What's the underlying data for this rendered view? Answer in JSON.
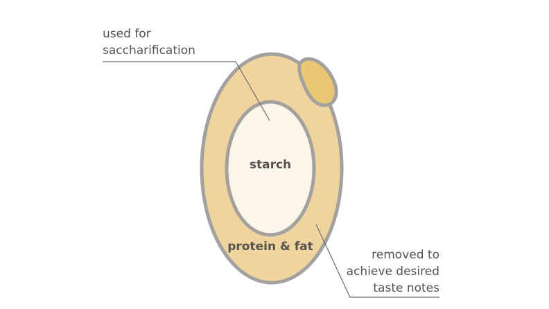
{
  "diagram": {
    "regions": {
      "starch": "starch",
      "protein_fat": "protein & fat"
    },
    "callouts": {
      "top": {
        "line1": "used for",
        "line2": "saccharification"
      },
      "bottom": {
        "line1": "removed to",
        "line2": "achieve desired",
        "line3": "taste notes"
      }
    },
    "colors": {
      "outer_layer": "#efd49e",
      "inner_core": "#fcf6ea",
      "germ": "#e9c774",
      "outline": "#a3a19e",
      "text": "#555350"
    }
  }
}
